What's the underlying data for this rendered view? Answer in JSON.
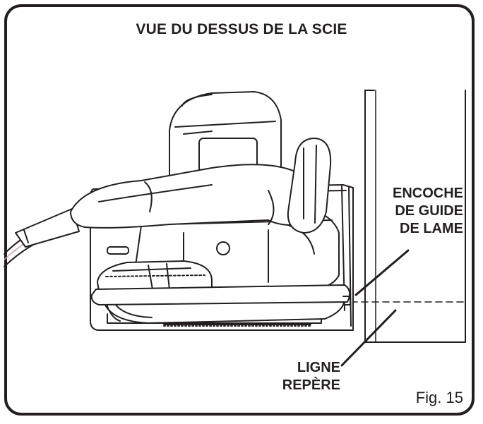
{
  "title": "VUE DU DESSUS DE LA SCIE",
  "callouts": {
    "notch": [
      "ENCOCHE",
      "DE GUIDE",
      "DE LAME"
    ],
    "line": [
      "LIGNE",
      "REPÈRE"
    ]
  },
  "figure_label": "Fig. 15",
  "colors": {
    "ink": "#231f20",
    "cord_accent": "#c9a3a0"
  }
}
